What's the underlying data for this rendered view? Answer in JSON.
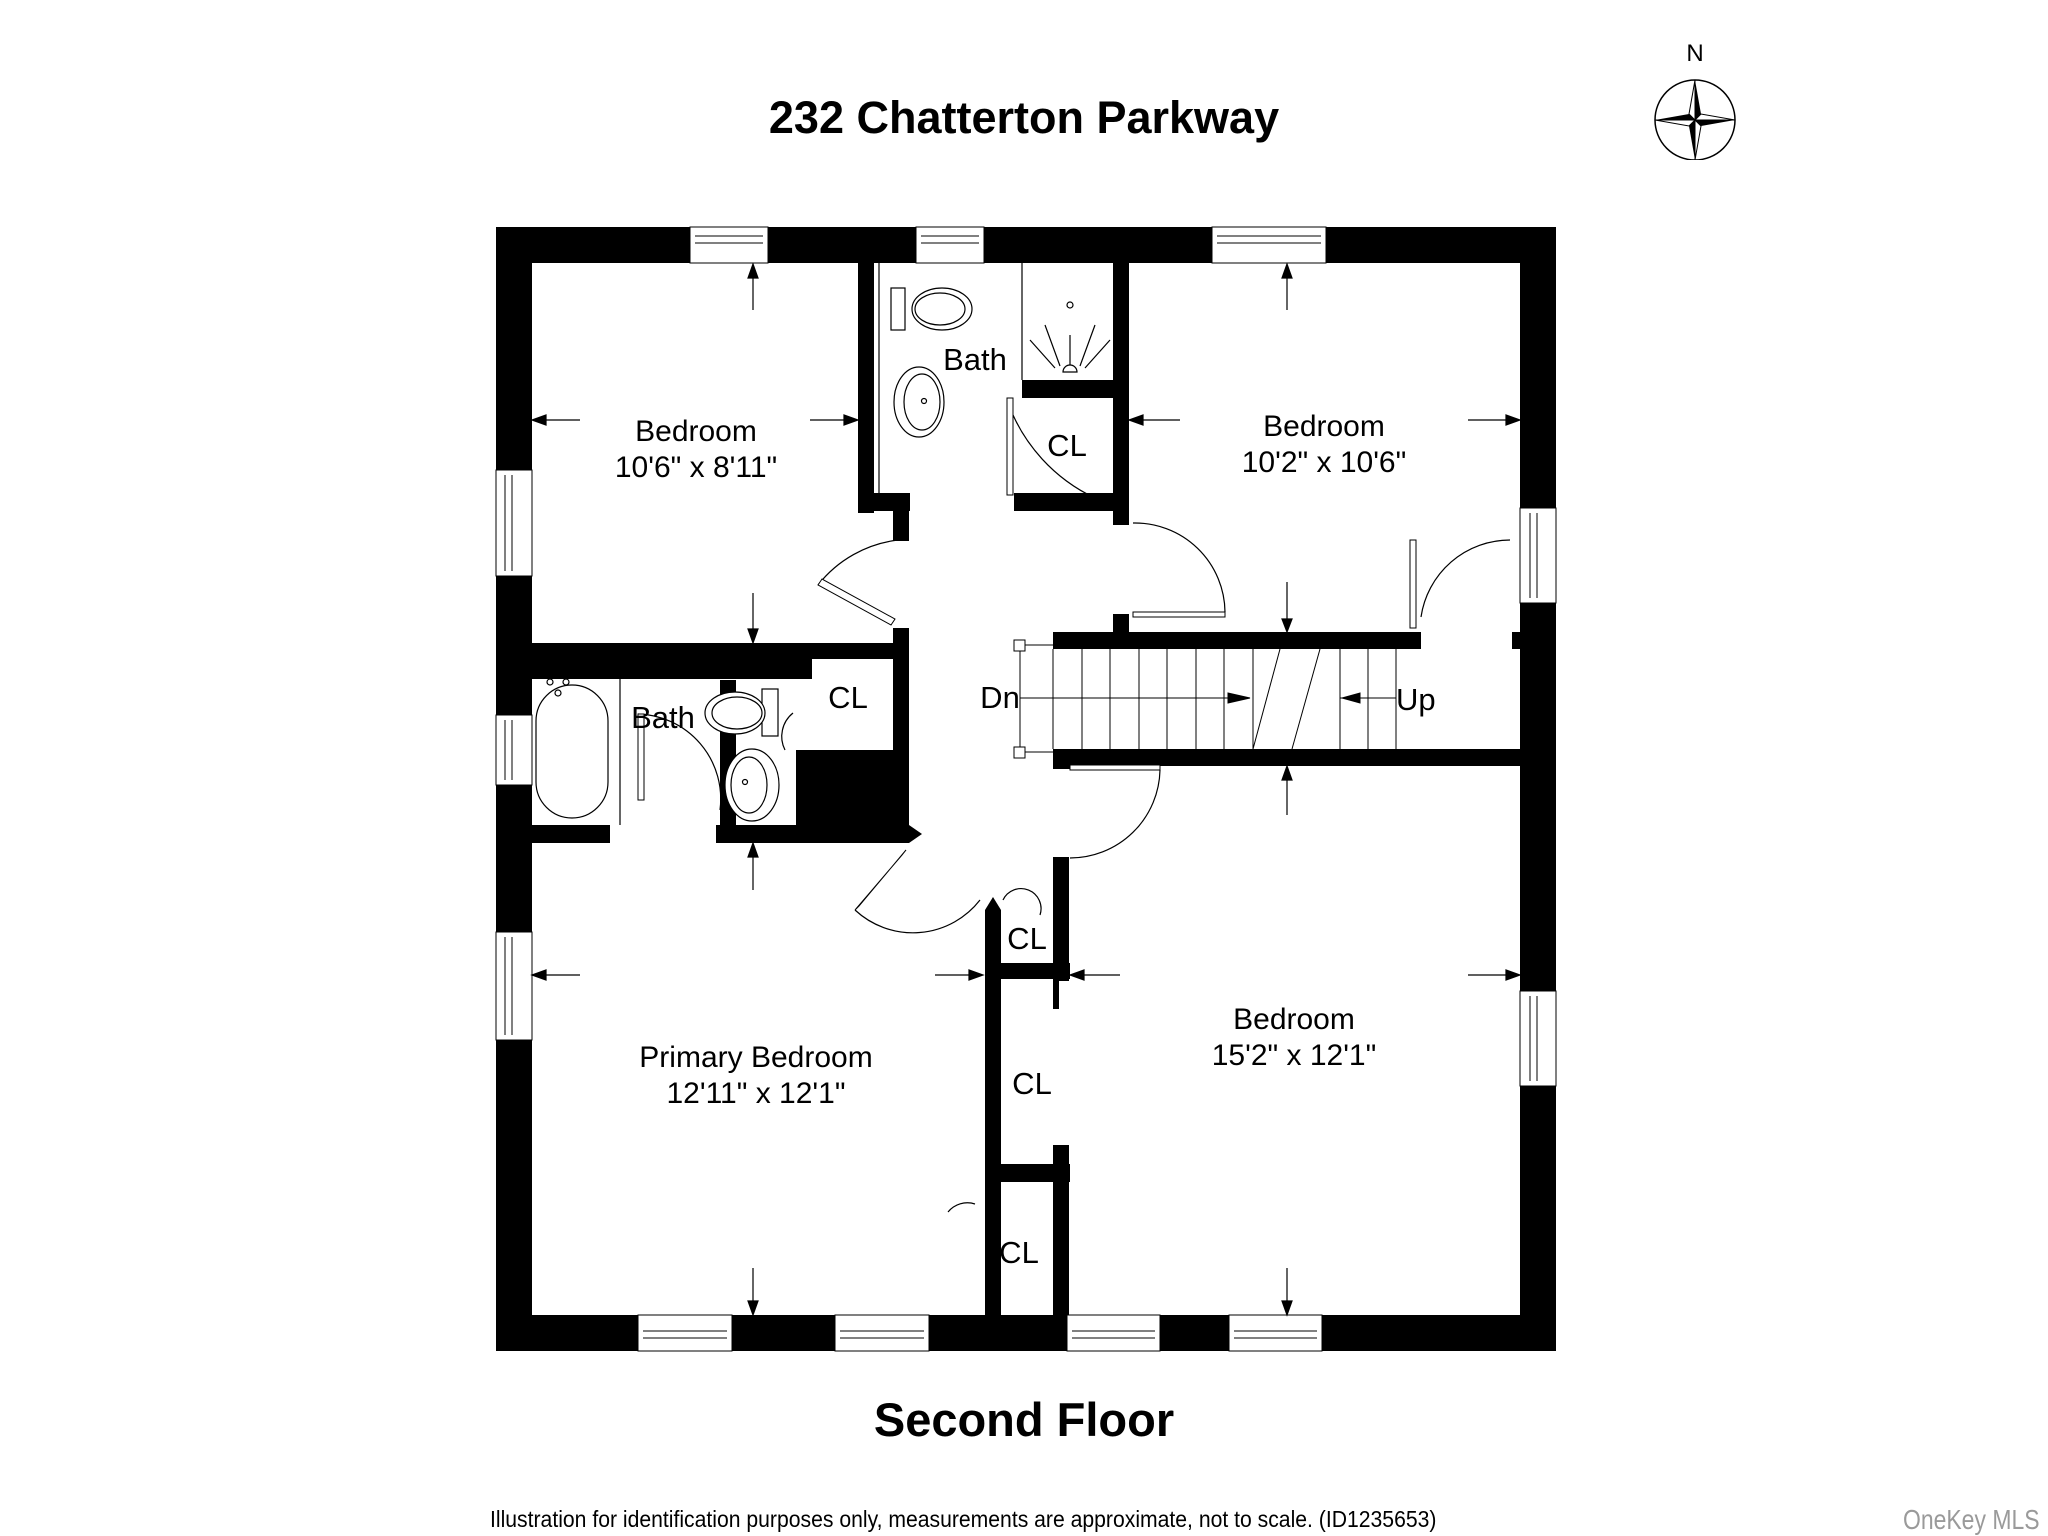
{
  "header": {
    "address": "232 Chatterton Parkway",
    "compass_label": "N"
  },
  "floor": {
    "name": "Second Floor"
  },
  "rooms": [
    {
      "name": "Bedroom",
      "dimensions": "10'6\" x 8'11\""
    },
    {
      "name": "Bedroom",
      "dimensions": "10'2\" x 10'6\""
    },
    {
      "name": "Primary Bedroom",
      "dimensions": "12'11\" x 12'1\""
    },
    {
      "name": "Bedroom",
      "dimensions": "15'2\" x 12'1\""
    }
  ],
  "baths": [
    {
      "name": "Bath"
    },
    {
      "name": "Bath"
    }
  ],
  "closets": [
    {
      "name": "CL"
    },
    {
      "name": "CL"
    },
    {
      "name": "CL"
    },
    {
      "name": "CL"
    },
    {
      "name": "CL"
    }
  ],
  "stairs": {
    "down_label": "Dn",
    "up_label": "Up"
  },
  "footer": {
    "disclaimer": "Illustration for identification purposes only, measurements are approximate, not to scale. (ID1235653)",
    "brand": "OneKey MLS"
  },
  "colors": {
    "wall": "#000000",
    "background": "#ffffff",
    "brand_text": "#9a9a9a"
  },
  "icons": [
    "compass-rose-icon",
    "toilet-icon",
    "sink-icon",
    "shower-icon",
    "bathtub-icon",
    "window-icon",
    "door-swing-icon",
    "dimension-arrow-icon",
    "staircase-icon"
  ]
}
